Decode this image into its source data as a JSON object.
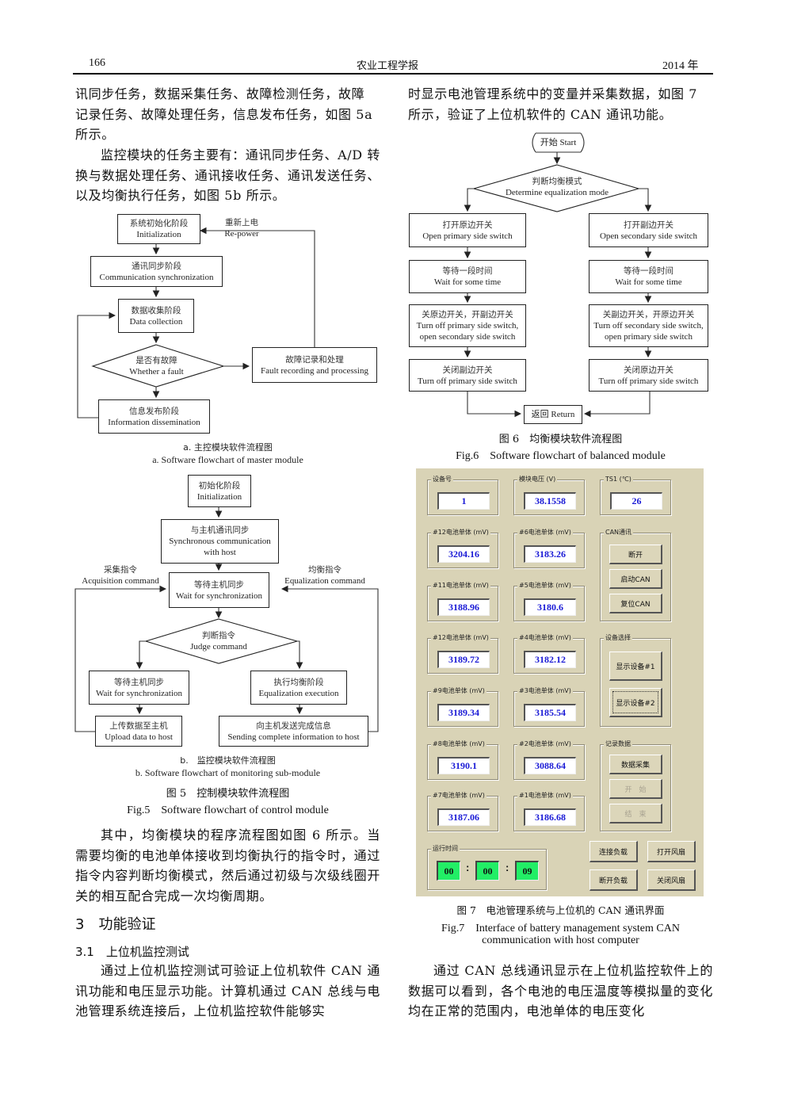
{
  "header": {
    "page_number": "166",
    "journal": "农业工程学报",
    "year": "2014 年"
  },
  "left_column": {
    "para1_lines": [
      "讯同步任务，数据采集任务、故障检测任务，故障",
      "记录任务、故障处理任务，信息发布任务，如图 5a",
      "所示。"
    ],
    "para2": "监控模块的任务主要有：通讯同步任务、A/D 转换与数据处理任务、通讯接收任务、通讯发送任务、以及均衡执行任务，如图 5b 所示。",
    "para3": "其中，均衡模块的程序流程图如图 6 所示。当需要均衡的电池单体接收到均衡执行的指令时，通过指令内容判断均衡模式，然后通过初级与次级线圈开关的相互配合完成一次均衡周期。",
    "section_heading": "3　功能验证",
    "subsection_heading": "3.1　上位机监控测试",
    "para4": "通过上位机监控测试可验证上位机软件 CAN 通讯功能和电压显示功能。计算机通过 CAN 总线与电池管理系统连接后，上位机监控软件能够实"
  },
  "fig5a": {
    "nodes": {
      "init": {
        "zh": "系统初始化阶段",
        "en": "Initialization"
      },
      "comm_sync": {
        "zh": "通讯同步阶段",
        "en": "Communication synchronization"
      },
      "data_collect": {
        "zh": "数据收集阶段",
        "en": "Data collection"
      },
      "fault_decision": {
        "zh": "是否有故障",
        "en": "Whether a fault"
      },
      "fault_proc": {
        "zh": "故障记录和处理",
        "en": "Fault recording and processing"
      },
      "info_dissem": {
        "zh": "信息发布阶段",
        "en": "Information dissemination"
      }
    },
    "repower": {
      "zh": "重新上电",
      "en": "Re-power"
    },
    "caption_zh": "a. 主控模块软件流程图",
    "caption_en": "a. Software flowchart of master module"
  },
  "fig5b": {
    "nodes": {
      "init": {
        "zh": "初始化阶段",
        "en": "Initialization"
      },
      "sync_host": {
        "zh": "与主机通讯同步",
        "en": "Synchronous communication",
        "en2": "with host"
      },
      "wait_sync": {
        "zh": "等待主机同步",
        "en": "Wait for synchronization"
      },
      "judge": {
        "zh": "判断指令",
        "en": "Judge command"
      },
      "wait_sync2": {
        "zh": "等待主机同步",
        "en": "Wait for synchronization"
      },
      "eq_exec": {
        "zh": "执行均衡阶段",
        "en": "Equalization execution"
      },
      "upload": {
        "zh": "上传数据至主机",
        "en": "Upload data to host"
      },
      "send_complete": {
        "zh": "向主机发送完成信息",
        "en": "Sending complete information to host"
      }
    },
    "acq_cmd": {
      "zh": "采集指令",
      "en": "Acquisition command"
    },
    "eq_cmd": {
      "zh": "均衡指令",
      "en": "Equalization command"
    },
    "caption_zh": "b.　监控模块软件流程图",
    "caption_en": "b. Software flowchart of monitoring sub-module"
  },
  "fig5": {
    "caption_zh": "图 5　控制模块软件流程图",
    "caption_en": "Fig.5　Software flowchart of control module"
  },
  "right_column": {
    "para1_lines": [
      "时显示电池管理系统中的变量并采集数据，如图 7",
      "所示，验证了上位机软件的 CAN 通讯功能。"
    ],
    "para2": "通过 CAN 总线通讯显示在上位机监控软件上的数据可以看到，各个电池的电压温度等模拟量的变化均在正常的范围内，电池单体的电压变化"
  },
  "fig6": {
    "start": "开始 Start",
    "decision": {
      "zh": "判断均衡模式",
      "en": "Determine equalization mode"
    },
    "left": [
      {
        "zh": "打开原边开关",
        "en": "Open primary side switch"
      },
      {
        "zh": "等待一段时间",
        "en": "Wait for some time"
      },
      {
        "zh": "关原边开关，开副边开关",
        "en": "Turn off primary side switch,",
        "en2": "open secondary side switch"
      },
      {
        "zh": "关闭副边开关",
        "en": "Turn off primary side switch"
      }
    ],
    "right": [
      {
        "zh": "打开副边开关",
        "en": "Open secondary side switch"
      },
      {
        "zh": "等待一段时间",
        "en": "Wait for some time"
      },
      {
        "zh": "关副边开关，开原边开关",
        "en": "Turn off secondary side switch,",
        "en2": "open primary side switch"
      },
      {
        "zh": "关闭原边开关",
        "en": "Turn off primary side switch"
      }
    ],
    "return": "返回 Return",
    "caption_zh": "图 6　均衡模块软件流程图",
    "caption_en": "Fig.6　Software flowchart of balanced module"
  },
  "fig7": {
    "panel_color": "#d9d3b6",
    "value_color": "#1a1ad6",
    "time_color": "#22ee66",
    "device_no": {
      "label": "设备号",
      "value": "1"
    },
    "module_voltage": {
      "label": "模块电压 (V)",
      "value": "38.1558"
    },
    "ts1": {
      "label": "TS1 (℃)",
      "value": "26"
    },
    "cells": [
      {
        "label": "#12电池单体 (mV)",
        "value": "3204.16"
      },
      {
        "label": "#6电池单体 (mV)",
        "value": "3183.26"
      },
      {
        "label": "#11电池单体 (mV)",
        "value": "3188.96"
      },
      {
        "label": "#5电池单体 (mV)",
        "value": "3180.6"
      },
      {
        "label": "#12电池单体 (mV)",
        "value": "3189.72"
      },
      {
        "label": "#4电池单体 (mV)",
        "value": "3182.12"
      },
      {
        "label": "#9电池单体 (mV)",
        "value": "3189.34"
      },
      {
        "label": "#3电池单体 (mV)",
        "value": "3185.54"
      },
      {
        "label": "#8电池单体 (mV)",
        "value": "3190.1"
      },
      {
        "label": "#2电池单体 (mV)",
        "value": "3088.64"
      },
      {
        "label": "#7电池单体 (mV)",
        "value": "3187.06"
      },
      {
        "label": "#1电池单体 (mV)",
        "value": "3186.68"
      }
    ],
    "can_group": {
      "label": "CAN通讯",
      "buttons": [
        "断开",
        "启动CAN",
        "复位CAN"
      ]
    },
    "device_select": {
      "label": "设备选择",
      "buttons": [
        "显示设备#1",
        "显示设备#2"
      ]
    },
    "record_data": {
      "label": "记录数据",
      "buttons": [
        "数据采集",
        "开　始",
        "结　束"
      ]
    },
    "run_time": {
      "label": "运行时间",
      "hours": "00",
      "minutes": "00",
      "seconds": "09",
      "separator": ":"
    },
    "load_fan_buttons": {
      "connect_load": "连接负载",
      "open_fan": "打开风扇",
      "disconnect_load": "断开负载",
      "close_fan": "关闭风扇"
    },
    "caption_zh": "图 7　电池管理系统与上位机的 CAN 通讯界面",
    "caption_en_line1": "Fig.7　Interface of battery management system CAN",
    "caption_en_line2": "communication with host computer"
  }
}
